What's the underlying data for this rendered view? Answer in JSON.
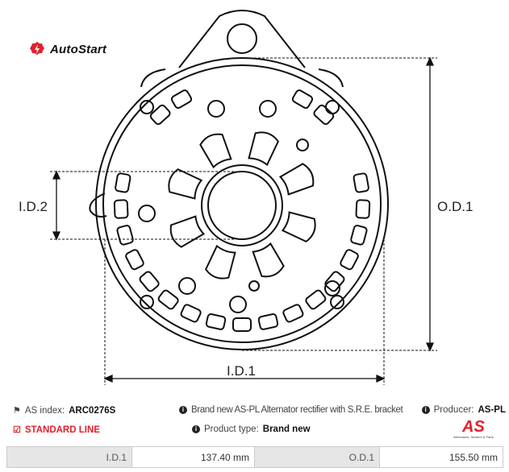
{
  "brand": {
    "name": "AutoStart",
    "accent": "#e3202a"
  },
  "dimension_labels": {
    "id2": "I.D.2",
    "od1": "O.D.1",
    "id1": "I.D.1"
  },
  "info": {
    "as_index_label": "AS index:",
    "as_index_value": "ARC0276S",
    "description": "Brand new AS-PL Alternator rectifier with S.R.E. bracket",
    "producer_label": "Producer:",
    "producer_value": "AS-PL",
    "line": "STANDARD LINE",
    "product_type_label": "Product type:",
    "product_type_value": "Brand new"
  },
  "as_logo": {
    "mark": "AS",
    "tagline": "Alternators, Starters & Parts"
  },
  "specs": [
    {
      "label": "I.D.1",
      "value": "137.40 mm"
    },
    {
      "label": "O.D.1",
      "value": "155.50 mm"
    }
  ]
}
